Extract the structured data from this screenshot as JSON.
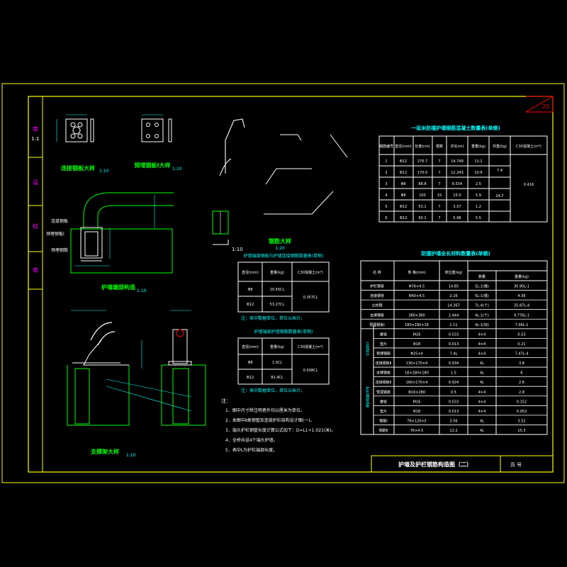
{
  "sheet": {
    "page_number": "25",
    "title_block_label": "护墙及护栏钢筋构造图（二）",
    "sheet_label": "页 号",
    "side_stamps": [
      "审",
      "1:1",
      "设",
      "校",
      "审"
    ]
  },
  "details": {
    "plate_a_label": "连接钢板大样",
    "plate_a_scale": "1:10",
    "plate_b_label": "预埋钢板I大样",
    "plate_b_scale": "1:10",
    "endcap_label": "护墙端部构造",
    "endcap_scale": "1:10",
    "endcap_callouts": [
      "连接钢板",
      "预埋钢板I",
      "预埋钢筋"
    ],
    "support_label": "支撑架大样",
    "support_scale": "1:10",
    "rebar_label": "钢筋大样",
    "rebar_scale": "1:20",
    "section_scale": "1:10"
  },
  "rebar_table": {
    "title": "一延米防撞护墙钢筋混凝土数量表(单侧)",
    "headers": [
      "钢筋编号",
      "直径(mm)",
      "长度(cm)",
      "根数",
      "共长(m)",
      "重量(kg)",
      "共重(kg)",
      "C30混凝土(m³)"
    ],
    "rows": [
      [
        "1",
        "Φ12",
        "270.7",
        "7",
        "14.749",
        "13.1",
        "",
        ""
      ],
      [
        "2",
        "Φ12",
        "170.0",
        "7",
        "12.243",
        "10.9",
        "",
        ""
      ],
      [
        "3",
        "Φ8",
        "88.8",
        "7",
        "6.534",
        "2.5",
        "",
        ""
      ],
      [
        "4",
        "Φ8",
        "100",
        "15",
        "15.0",
        "5.9",
        "",
        ""
      ],
      [
        "5",
        "Φ12",
        "53.1",
        "7",
        "3.57",
        "1.2",
        "",
        ""
      ],
      [
        "6",
        "Φ12",
        "93.1",
        "7",
        "5.98",
        "5.5",
        "",
        ""
      ]
    ],
    "merged": [
      "7.4",
      "24.7",
      "0.416"
    ]
  },
  "small_table_1": {
    "title": "护墙端部钢板与护墙连接钢筋数量表(单侧)",
    "headers": [
      "直径(mm)",
      "重量(kg)",
      "C30混凝土(m³)"
    ],
    "rows": [
      [
        "Φ8",
        "10.55CL",
        "0.357CL"
      ],
      [
        "Φ12",
        "53.27CL",
        ""
      ]
    ],
    "note": "注：表中数据单位，单位以米计。"
  },
  "small_table_2": {
    "title": "护墙端部护墙钢筋数量表(单侧)",
    "headers": [
      "直径(mm)",
      "重量(kg)",
      "C30混凝土(m³)"
    ],
    "rows": [
      [
        "Φ8",
        "1.0CL",
        "0.038CL"
      ],
      [
        "Φ12",
        "82.4CL",
        ""
      ]
    ],
    "note": "注：表中数据单位，单位以米计。"
  },
  "material_table": {
    "title": "防撞护墙全长材料数量表(单侧)",
    "headers": [
      "名 称",
      "规 格(mm)",
      "单位重(kg)",
      "数量",
      "重量(kg)"
    ],
    "rows": [
      [
        "护栏钢管",
        "Φ76×4.5",
        "14.85",
        "5L-1(根)",
        "30.90L-1"
      ],
      [
        "连接钢管",
        "Φ60×4.5",
        "2.16",
        "5L-1(根)",
        "4.36"
      ],
      [
        "立柱钢",
        "",
        "14.267",
        "7L-4(个)",
        "25.87L-4"
      ],
      [
        "支撑钢板",
        "380×380",
        "2.444",
        "4L-1(个)",
        "9.776L-1"
      ],
      [
        "预埋钢板Ⅰ",
        "180×180×16",
        "1.11",
        "4L-1(块)",
        "7.04L-1"
      ],
      [
        "螺栓",
        "M16",
        "0.533",
        "4×4",
        "0.53"
      ],
      [
        "垫片",
        "Φ18",
        "0.013",
        "4×4",
        "0.21"
      ],
      [
        "预埋钢筋",
        "Φ25×4",
        "7.4L",
        "4×4",
        "7.47L-4"
      ],
      [
        "连接钢板Ⅱ",
        "130×170×4",
        "0.934",
        "4L",
        "3.8"
      ],
      [
        "支撑钢板",
        "16×180×180",
        "1.5",
        "4L",
        "6"
      ],
      [
        "连接钢板Ⅱ",
        "160×170×4",
        "0.924",
        "4L",
        "2.6"
      ],
      [
        "预埋钢筋",
        "Φ16×280",
        "0.5",
        "4×4",
        "2.8"
      ],
      [
        "螺栓",
        "M16",
        "0.533",
        "4×4",
        "0.152"
      ],
      [
        "垫片",
        "Φ18",
        "0.013",
        "4×4",
        "0.052"
      ],
      [
        "钢筋Ⅰ",
        "76×120×5",
        "3.56",
        "4L",
        "3.52"
      ],
      [
        "钢筋Ⅱ",
        "76×4.5",
        "12.2",
        "4L",
        "15.3"
      ]
    ],
    "group_labels": [
      "立柱部分",
      "护栏端部连接"
    ]
  },
  "notes": {
    "title": "注：",
    "items": [
      "1．图中尺寸除注明者外均以厘米为单位。",
      "2．本图中Ⅱ类钢管及连接护栏结构设计图(一)。",
      "3．端头护栏钢管长度计算公式如下：D=L1+1.021(米)。",
      "4．全桥共设4个端头护墙。",
      "5．表中L为护栏端部长度。"
    ]
  },
  "colors": {
    "frame": "#ffff00",
    "line": "#ffffff",
    "cyan": "#00ffff",
    "green": "#00ff00",
    "red": "#ff0000",
    "magenta": "#ff00ff"
  }
}
